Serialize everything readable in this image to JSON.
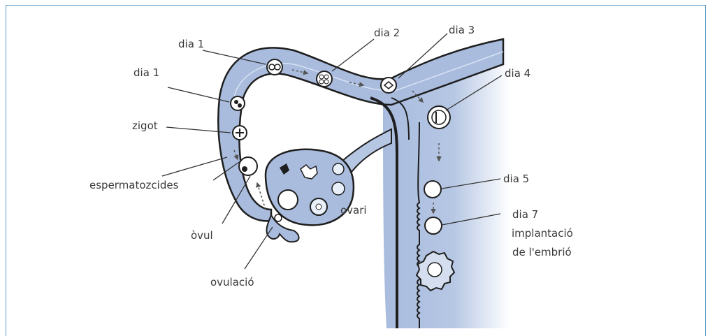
{
  "labels": {
    "dia1_top": "dia 1",
    "dia2": "dia 2",
    "dia3": "dia 3",
    "dia1_left": "dia 1",
    "dia4": "dia 4",
    "zigot": "zigot",
    "espermatozoides": "espermatozcides",
    "ovul": "òvul",
    "ovulacio": "ovulació",
    "ovari": "ovari",
    "dia5": "dia 5",
    "dia7": "dia 7",
    "implantacio": "implantació",
    "embrio": "de l'embrió"
  },
  "colors": {
    "frame": "#5a9cc8",
    "tissue": "#a9bcde",
    "tissue_light": "#c9d7ee",
    "outline": "#1e1e1e",
    "text": "#3a3a3a"
  }
}
